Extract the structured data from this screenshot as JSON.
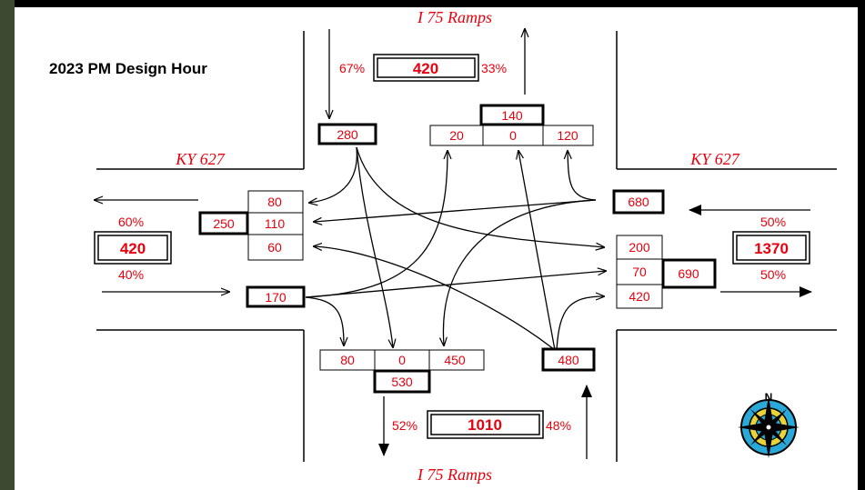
{
  "title": "2023 PM Design Hour",
  "labels": {
    "north_road": "I 75 Ramps",
    "south_road": "I 75 Ramps",
    "west_road": "KY 627",
    "east_road": "KY 627"
  },
  "north": {
    "in_pct": "67%",
    "total": "420",
    "out_pct": "33%",
    "approach": "280",
    "exit_total": "140",
    "turns": [
      "20",
      "0",
      "120"
    ]
  },
  "south": {
    "in_pct": "52%",
    "total": "1010",
    "out_pct": "48%",
    "approach": "480",
    "exit_total": "530",
    "turns": [
      "80",
      "0",
      "450"
    ]
  },
  "west": {
    "out_pct": "60%",
    "total": "420",
    "in_pct": "40%",
    "approach": "170",
    "exit_total": "250",
    "turns": [
      "80",
      "110",
      "60"
    ]
  },
  "east": {
    "out_pct": "50%",
    "total": "1370",
    "in_pct": "50%",
    "approach": "680",
    "exit_total": "690",
    "turns": [
      "200",
      "70",
      "420"
    ]
  },
  "compass": {
    "north_letter": "N",
    "icon": "compass-rose-icon"
  },
  "colors": {
    "value_red": "#e8000d",
    "compass_blue": "#2aa8d8",
    "compass_yellow": "#e8d43a"
  }
}
